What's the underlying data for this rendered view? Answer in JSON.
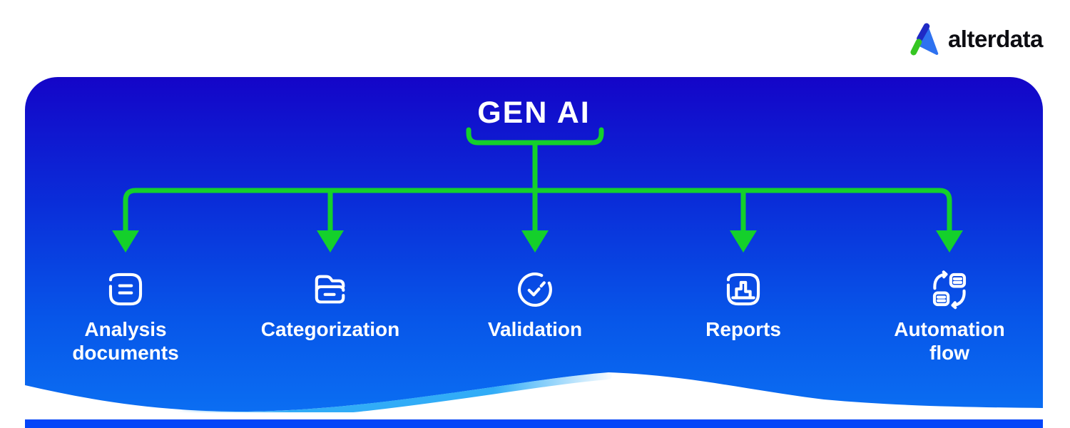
{
  "brand": {
    "name": "alterdata",
    "logo_colors": {
      "green": "#35C622",
      "dark_blue": "#1F2AC5",
      "bright_blue": "#2E72F0"
    }
  },
  "hero": {
    "title": "GEN AI",
    "nodes": [
      {
        "label": "Analysis\ndocuments",
        "icon": "document-lines-icon"
      },
      {
        "label": "Categorization",
        "icon": "open-folder-icon"
      },
      {
        "label": "Validation",
        "icon": "check-circle-icon"
      },
      {
        "label": "Reports",
        "icon": "bar-chart-icon"
      },
      {
        "label": "Automation\nflow",
        "icon": "sync-cards-icon"
      }
    ],
    "colors": {
      "arrow_green": "#14D02B",
      "panel_gradient_top": "#1405C8",
      "panel_gradient_bottom": "#0B6EF2",
      "wave_accent_cyan": "#31ACF7",
      "bottom_bar_blue": "#0545F8",
      "text": "#FFFFFF"
    }
  }
}
